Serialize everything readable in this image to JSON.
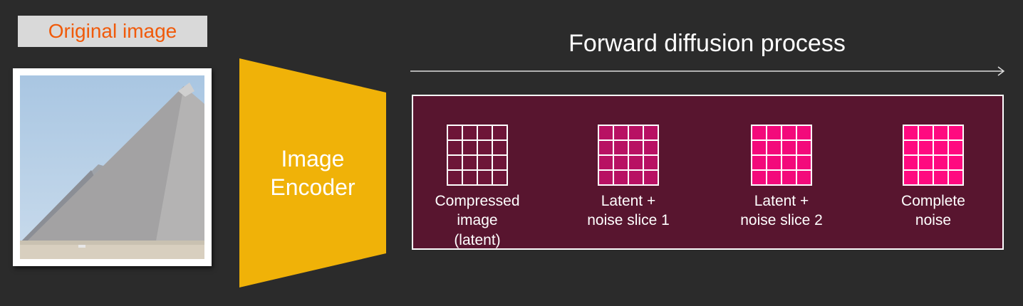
{
  "input": {
    "label": "Original image",
    "image_description": "pyramid-photo",
    "colors": {
      "label_text": "#f05a0a",
      "label_bg": "#d9d9d9"
    }
  },
  "encoder": {
    "label": "Image\nEncoder",
    "color": "#f0b208"
  },
  "process": {
    "title": "Forward diffusion process",
    "panel_color": "#58152f",
    "stages": [
      {
        "label": "Compressed\nimage\n(latent)",
        "fill": "#6d1538"
      },
      {
        "label": "Latent +\nnoise slice 1",
        "fill": "#b81163"
      },
      {
        "label": "Latent +\nnoise slice 2",
        "fill": "#f30a7b"
      },
      {
        "label": "Complete\nnoise",
        "fill": "#ff0a80"
      }
    ]
  }
}
